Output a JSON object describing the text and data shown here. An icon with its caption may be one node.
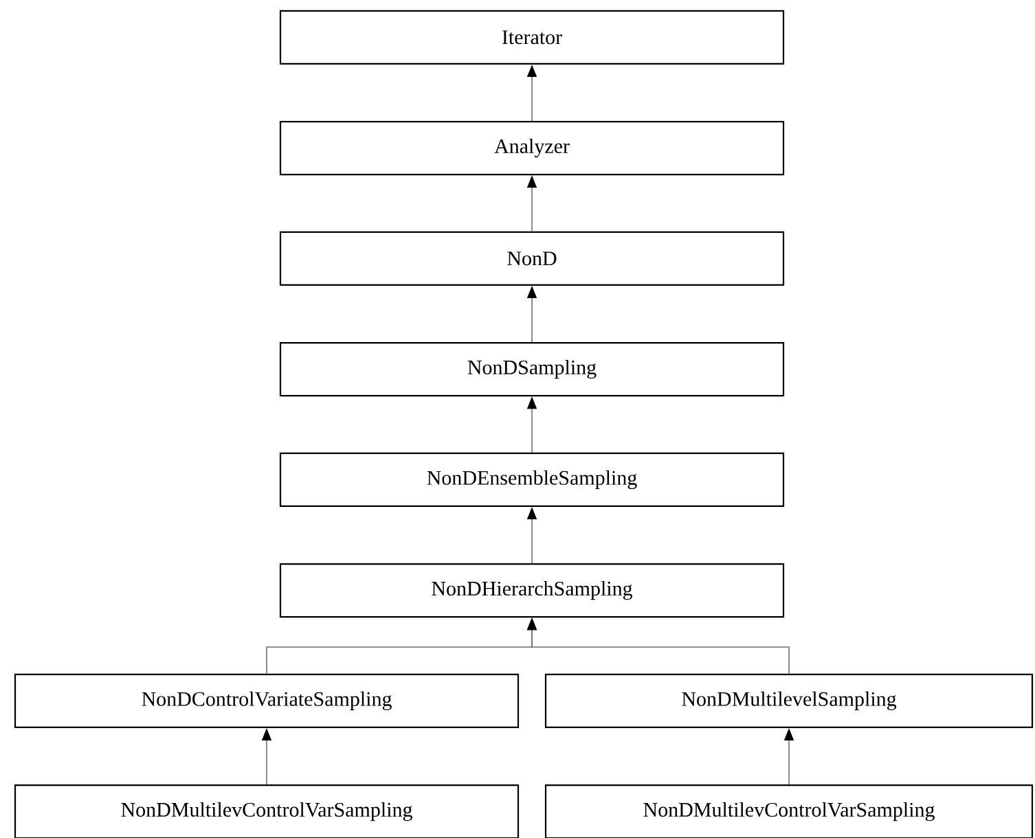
{
  "diagram": {
    "nodes": [
      {
        "text": [
          "Iterator"
        ]
      },
      {
        "text": [
          "Analyzer"
        ]
      },
      {
        "text": [
          "NonD"
        ]
      },
      {
        "text": [
          "NonDSampling"
        ]
      },
      {
        "text": [
          "NonDEnsembleSampling"
        ]
      },
      {
        "text": [
          "NonDHierarchSampling"
        ]
      },
      {
        "text": [
          "NonDControlVariateSampling"
        ]
      },
      {
        "text": [
          "NonDMultilevelSampling"
        ]
      },
      {
        "text": [
          "NonDMultilevControlVarSampling"
        ]
      },
      {
        "text": [
          "NonDMultilevControlVarSampling"
        ]
      }
    ],
    "edges": [
      {
        "from": 1,
        "to": 0,
        "arrow": "to"
      },
      {
        "from": 2,
        "to": 1,
        "arrow": "to"
      },
      {
        "from": 3,
        "to": 2,
        "arrow": "to"
      },
      {
        "from": 4,
        "to": 3,
        "arrow": "to"
      },
      {
        "from": 5,
        "to": 4,
        "arrow": "to"
      },
      {
        "from": 6,
        "to": 5,
        "arrow": "to"
      },
      {
        "from": 7,
        "to": 5,
        "arrow": "to"
      },
      {
        "from": 8,
        "to": 6,
        "arrow": "to"
      },
      {
        "from": 9,
        "to": 7,
        "arrow": "to"
      }
    ]
  }
}
